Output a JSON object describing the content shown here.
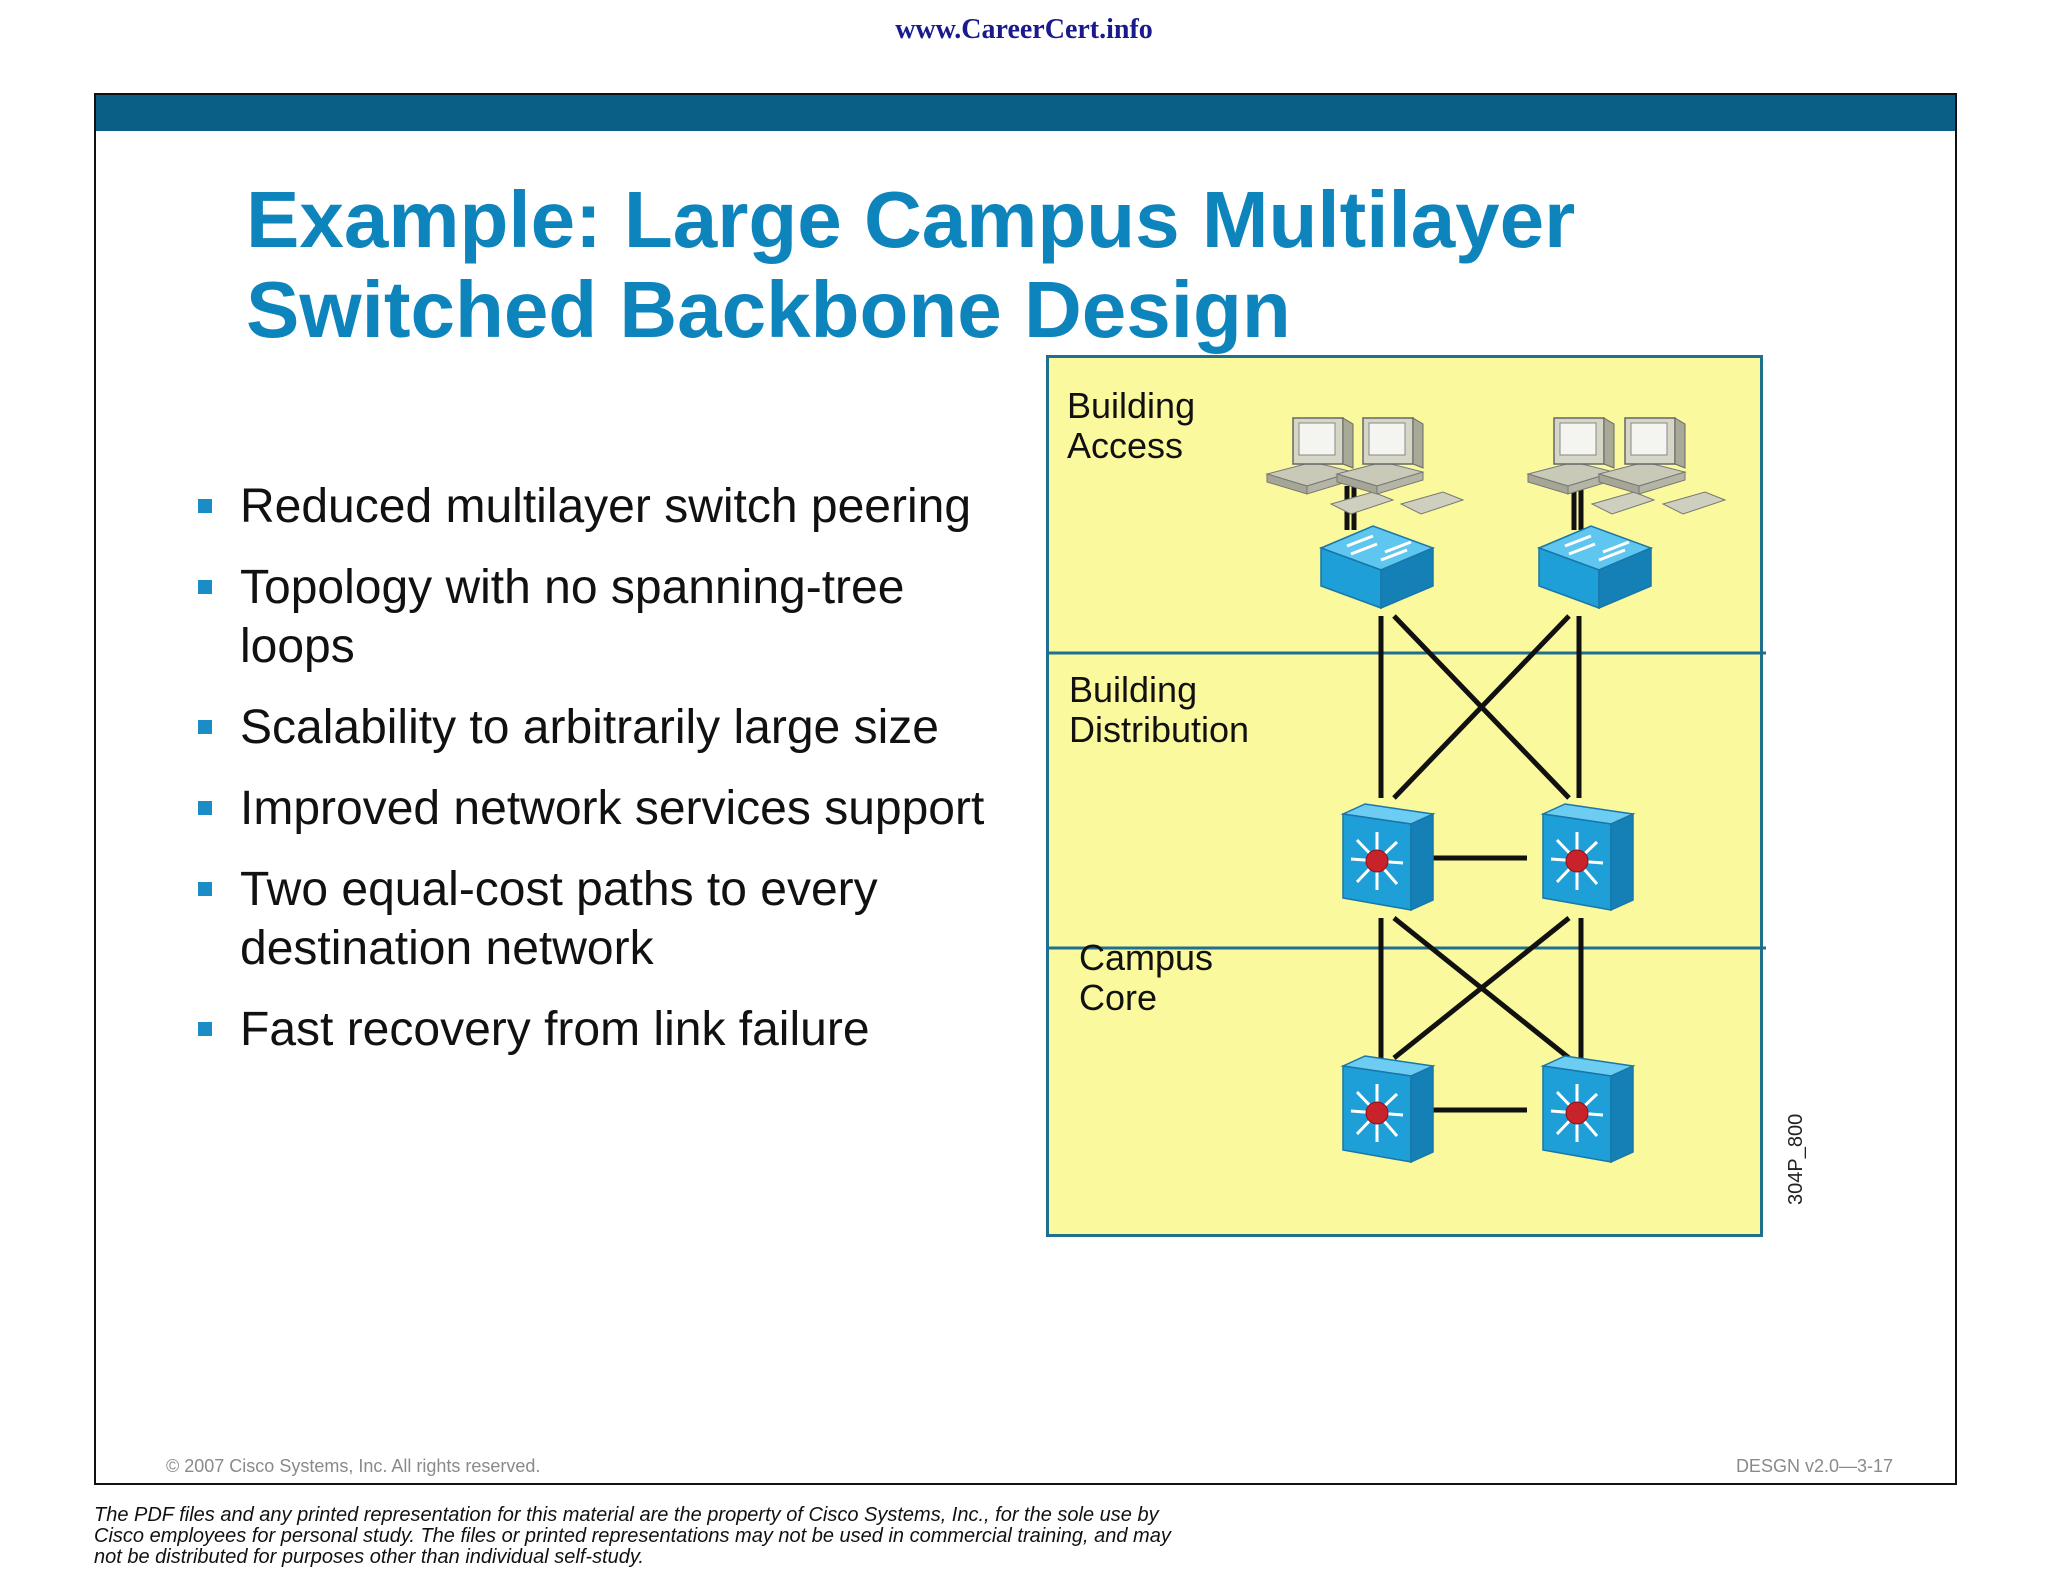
{
  "header": {
    "site_url": "www.CareerCert.info"
  },
  "slide": {
    "title": "Example: Large Campus Multilayer Switched Backbone Design",
    "bullets": [
      "Reduced multilayer switch peering",
      "Topology with no spanning-tree loops",
      "Scalability to arbitrarily large size",
      "Improved network services support",
      "Two equal-cost paths to every destination network",
      "Fast recovery from link failure"
    ],
    "diagram": {
      "zones": [
        {
          "label": "Building\nAccess"
        },
        {
          "label": "Building\nDistribution"
        },
        {
          "label": "Campus\nCore"
        }
      ],
      "figure_id": "304P_800"
    },
    "footer": {
      "copyright": "© 2007 Cisco Systems, Inc. All rights reserved.",
      "course_code": "DESGN v2.0—3-17"
    }
  },
  "disclaimer": "The PDF files and any printed representation for this material are the property of Cisco Systems, Inc., for the sole use by Cisco employees for personal study. The files or printed representations may not be used in commercial training, and may not be distributed for purposes other than individual self-study.",
  "colors": {
    "title": "#0e84bd",
    "header_bar": "#0a5f87",
    "diagram_bg": "#fbf99d",
    "device_blue": "#1e9fd8",
    "url": "#1a1a8c"
  },
  "icons": [
    "workstation-icon",
    "workgroup-switch-icon",
    "multilayer-switch-icon"
  ]
}
